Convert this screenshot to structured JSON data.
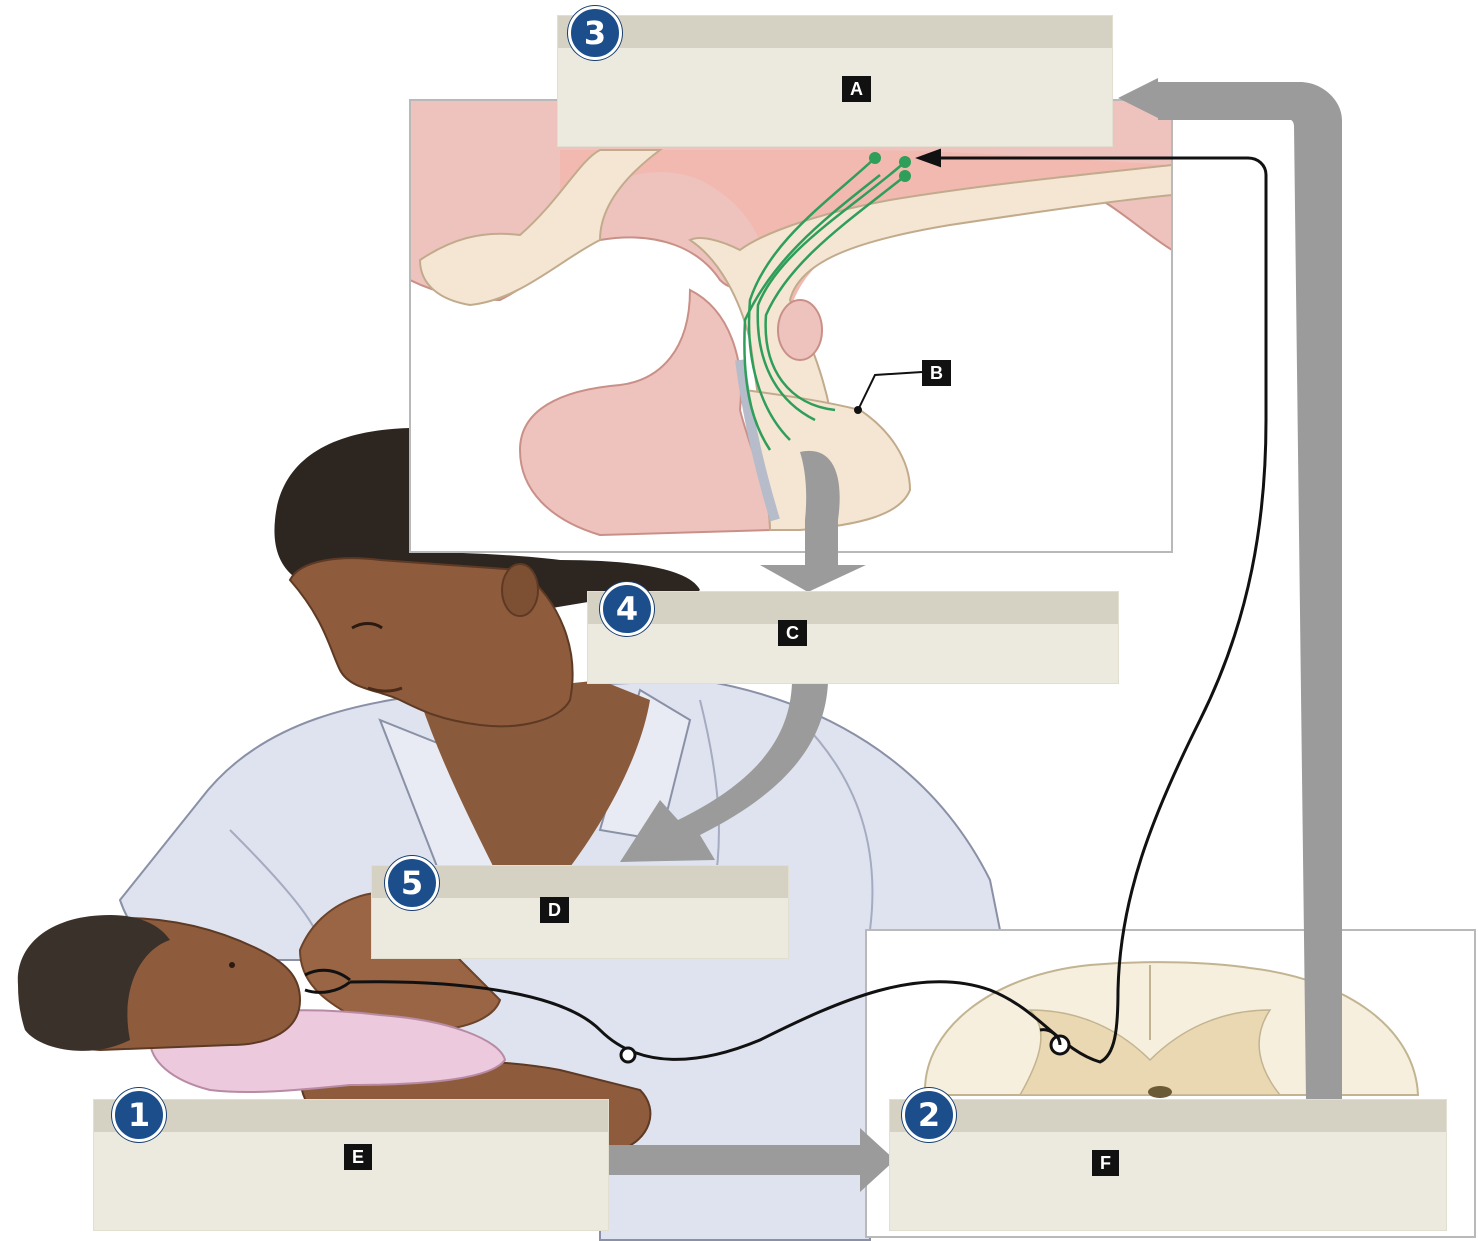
{
  "steps": [
    {
      "number": "1",
      "label": "E"
    },
    {
      "number": "2",
      "label": "F"
    },
    {
      "number": "3",
      "label": "A"
    },
    {
      "number": "4",
      "label": "C"
    },
    {
      "number": "5",
      "label": "D"
    }
  ],
  "callouts": {
    "posterior_pituitary": "B"
  },
  "colors": {
    "badge": "#1d4e8c",
    "box_fill": "#ece9de",
    "box_band": "#d5d2c3",
    "arrow": "#9b9b9b",
    "neuron": "#2e9e5a",
    "pathway": "#111111"
  }
}
